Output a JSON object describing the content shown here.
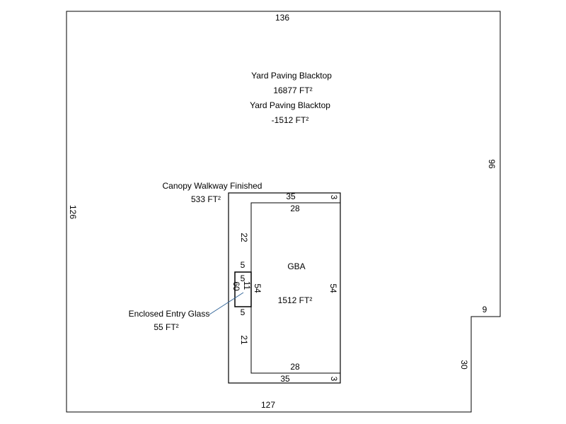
{
  "areas": {
    "yard_1": {
      "label": "Yard Paving Blacktop",
      "area": "16877 FT²"
    },
    "yard_2": {
      "label": "Yard Paving Blacktop",
      "area": "-1512 FT²"
    },
    "canopy": {
      "label": "Canopy Walkway Finished",
      "area": "533 FT²"
    },
    "gba": {
      "label": "GBA",
      "area": "1512 FT²"
    },
    "entry": {
      "label": "Enclosed Entry Glass",
      "area": "55 FT²"
    }
  },
  "dimensions": {
    "yard_top": "136",
    "yard_right": "96",
    "yard_notch_h": "9",
    "yard_notch_v": "30",
    "yard_bottom": "127",
    "yard_left": "126",
    "canopy_top": "35",
    "canopy_top_right": "3",
    "canopy_bottom": "35",
    "canopy_bottom_right": "3",
    "canopy_left": "60",
    "canopy_seg_upper": "22",
    "canopy_seg_5a": "5",
    "canopy_seg_5b": "5",
    "canopy_seg_lower": "21",
    "gba_top": "28",
    "gba_bottom": "28",
    "gba_left": "54",
    "gba_right": "54",
    "entry_top": "5",
    "entry_side": "11"
  },
  "colors": {
    "line": "#000000",
    "leader": "#336699"
  }
}
